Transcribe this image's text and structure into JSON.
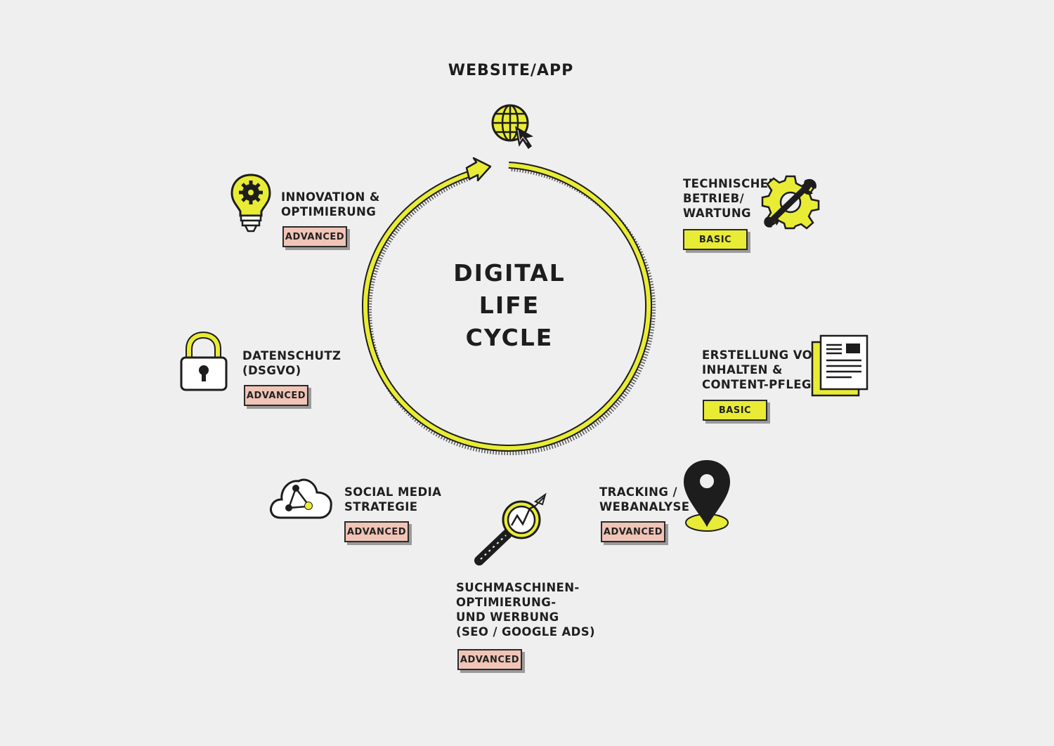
{
  "top": {
    "title": "WEBSITE/APP"
  },
  "center": {
    "line1": "DIGITAL",
    "line2": "LIFE",
    "line3": "CYCLE"
  },
  "items": [
    {
      "lines": [
        "INNOVATION &",
        "OPTIMIERUNG"
      ],
      "level": "ADVANCED",
      "icon": "lightbulb-gear-icon"
    },
    {
      "lines": [
        "TECHNISCHER",
        "BETRIEB/",
        "WARTUNG"
      ],
      "level": "BASIC",
      "icon": "gear-wrench-icon"
    },
    {
      "lines": [
        "DATENSCHUTZ",
        "(DSGVO)"
      ],
      "level": "ADVANCED",
      "icon": "padlock-icon"
    },
    {
      "lines": [
        "ERSTELLUNG VON",
        "INHALTEN &",
        "CONTENT-PFLEGE"
      ],
      "level": "BASIC",
      "icon": "document-icon"
    },
    {
      "lines": [
        "SOCIAL MEDIA",
        "STRATEGIE"
      ],
      "level": "ADVANCED",
      "icon": "cloud-share-icon"
    },
    {
      "lines": [
        "TRACKING /",
        "WEBANALYSE"
      ],
      "level": "ADVANCED",
      "icon": "map-pin-icon"
    },
    {
      "lines": [
        "SUCHMASCHINEN-",
        "OPTIMIERUNG-",
        "UND WERBUNG",
        "(SEO / GOOGLE ADS)"
      ],
      "level": "ADVANCED",
      "icon": "magnifier-chart-icon"
    }
  ],
  "colors": {
    "background": "#efefef",
    "accent_yellow": "#e9ec34",
    "advanced_pink": "#f0c4b6",
    "ink": "#1d1d1d"
  }
}
